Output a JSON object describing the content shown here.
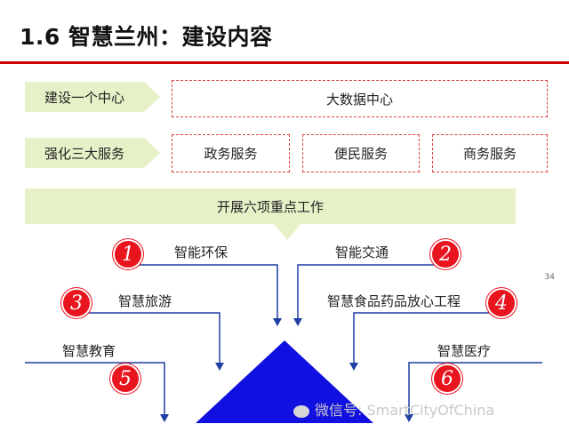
{
  "header": {
    "title": "1.6 智慧兰州：建设内容"
  },
  "rows": {
    "center_label": "建设一个中心",
    "center_box": "大数据中心",
    "services_label": "强化三大服务",
    "services": [
      "政务服务",
      "便民服务",
      "商务服务"
    ]
  },
  "banner": "开展六项重点工作",
  "works": [
    {
      "num": "1",
      "label": "智能环保"
    },
    {
      "num": "2",
      "label": "智能交通"
    },
    {
      "num": "3",
      "label": "智慧旅游"
    },
    {
      "num": "4",
      "label": "智慧食品药品放心工程"
    },
    {
      "num": "5",
      "label": "智慧教育"
    },
    {
      "num": "6",
      "label": "智慧医疗"
    }
  ],
  "page_number": "34",
  "watermark": "微信号: SmartCityOfChina",
  "colors": {
    "accent_red": "#cc0000",
    "number_red": "#e8141e",
    "line_blue": "#1f3fa3",
    "triangle_blue": "#1010e0",
    "label_green": "#e6f1c8"
  }
}
